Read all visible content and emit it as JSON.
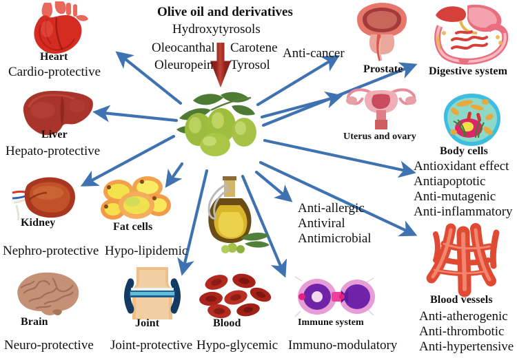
{
  "figure": {
    "title": "Olive oil and derivatives",
    "compounds": [
      "Hydroxytyrosols",
      "Oleocanthal",
      "Carotene",
      "Oleuropein",
      "Tyrosol"
    ],
    "center_icons": [
      "olives-icon",
      "olive-oil-bottle-icon"
    ],
    "arrow_color": "#3F72B0",
    "red_arrow_color": "#A32B24"
  },
  "nodes": [
    {
      "id": "heart",
      "icon": "heart-icon",
      "name": "Heart",
      "effect": "Cardio-protective"
    },
    {
      "id": "liver",
      "icon": "liver-icon",
      "name": "Liver",
      "effect": "Hepato-protective"
    },
    {
      "id": "kidney",
      "icon": "kidney-icon",
      "name": "Kidney",
      "effect": "Nephro-protective"
    },
    {
      "id": "fatcells",
      "icon": "fat-cells-icon",
      "name": "Fat cells",
      "effect": "Hypo-lipidemic"
    },
    {
      "id": "brain",
      "icon": "brain-icon",
      "name": "Brain",
      "effect": "Neuro-protective"
    },
    {
      "id": "joint",
      "icon": "joint-icon",
      "name": "Joint",
      "effect": "Joint-protective"
    },
    {
      "id": "blood",
      "icon": "blood-cells-icon",
      "name": "Blood",
      "effect": "Hypo-glycemic"
    },
    {
      "id": "immune",
      "icon": "immune-system-icon",
      "name": "Immune system",
      "effect": "Immuno-modulatory"
    },
    {
      "id": "prostate",
      "icon": "prostate-icon",
      "name": "Prostate",
      "effect": ""
    },
    {
      "id": "uterus",
      "icon": "uterus-ovary-icon",
      "name": "Uterus and ovary",
      "effect": ""
    },
    {
      "id": "digestive",
      "icon": "digestive-system-icon",
      "name": "Digestive system",
      "effect": ""
    },
    {
      "id": "bodycells",
      "icon": "body-cell-icon",
      "name": "Body cells",
      "effect": ""
    },
    {
      "id": "vessels",
      "icon": "blood-vessels-icon",
      "name": "Blood vessels",
      "effect": ""
    }
  ],
  "callouts": {
    "anti_cancer": "Anti-cancer",
    "antimicrobial_block": [
      "Anti-allergic",
      "Antiviral",
      "Antimicrobial"
    ],
    "body_cells_block": [
      "Antioxidant effect",
      "Antiapoptotic",
      "Anti-mutagenic",
      "Anti-inflammatory"
    ],
    "vessels_block": [
      "Anti-atherogenic",
      "Anti-thrombotic",
      "Anti-hypertensive"
    ]
  }
}
